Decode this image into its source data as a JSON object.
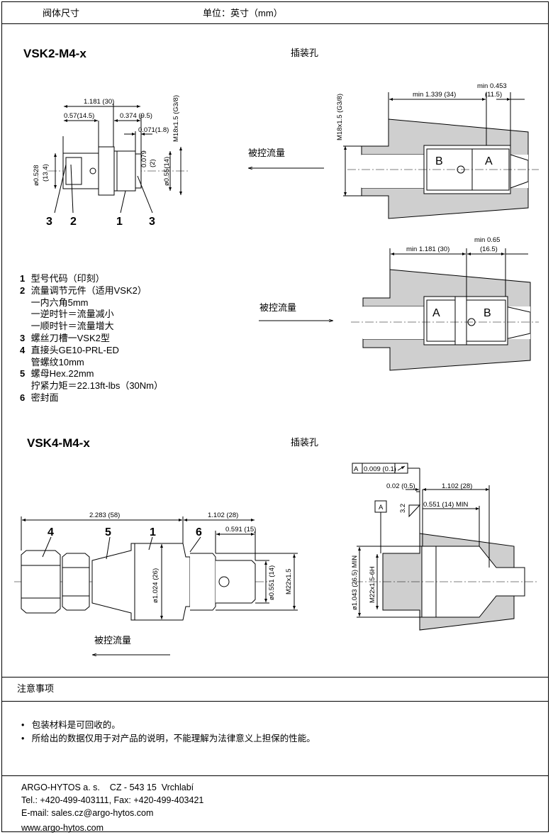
{
  "header": {
    "left": "阀体尺寸",
    "unit": "单位：英寸（mm）"
  },
  "vsk2": {
    "title": "VSK2-M4-x",
    "cavity": "插装孔",
    "flow_a": "被控流量",
    "flow_b": "被控流量",
    "dims": {
      "len_total": "1.181 (30)",
      "len_a": "0.57(14.5)",
      "len_b": "0.374 (9.5)",
      "len_c": "0.071(1.8)",
      "thread": "M18x1.5 (G3/8)",
      "dia_a": "ø0.528",
      "dia_a_mm": "(13.4)",
      "slot": "0.079",
      "slot_mm": "(2)",
      "dia_b": "ø0.55(14)",
      "cav_thread": "M18x1.5 (G3/8)",
      "cav_min1": "min 1.339 (34)",
      "cav_min2": "min 0.453",
      "cav_min2_mm": "(11.5)",
      "cav2_min1": "min 1.181 (30)",
      "cav2_min2": "min 0.65",
      "cav2_min2_mm": "(16.5)"
    },
    "callouts": [
      "3",
      "2",
      "1",
      "3"
    ],
    "ports_a": [
      "B",
      "A"
    ],
    "ports_b": [
      "A",
      "B"
    ]
  },
  "legend": [
    {
      "num": "1",
      "text": "型号代码（印刻）"
    },
    {
      "num": "2",
      "text": "流量调节元件（适用VSK2）"
    },
    {
      "num": "",
      "text": "一内六角5mm"
    },
    {
      "num": "",
      "text": "一逆时针＝流量减小"
    },
    {
      "num": "",
      "text": "一顺时针＝流量增大"
    },
    {
      "num": "3",
      "text": "螺丝刀槽一VSK2型"
    },
    {
      "num": "4",
      "text": "直接头GE10-PRL-ED"
    },
    {
      "num": "",
      "text": "管螺纹10mm"
    },
    {
      "num": "5",
      "text": "螺母Hex.22mm"
    },
    {
      "num": "",
      "text": "拧紧力矩＝22.13ft-lbs（30Nm）"
    },
    {
      "num": "6",
      "text": "密封面"
    }
  ],
  "vsk4": {
    "title": "VSK4-M4-x",
    "cavity": "插装孔",
    "flow": "被控流量",
    "dims": {
      "len_total": "2.283 (58)",
      "len_b": "1.102 (28)",
      "len_c": "0.591 (15)",
      "dia_a": "ø1.024 (26)",
      "dia_b": "ø0.551 (14)",
      "thread": "M22x1.5",
      "tol": "0.009 (0.1)",
      "datum": "A",
      "gap": "0.02 (0.5)",
      "cav_len": "1.102 (28)",
      "rough": "3.2",
      "cav_min": "0.551 (14) MIN",
      "cav_dia": "ø1.043 (26.5) MIN",
      "cav_thread": "M22x1.5-6H"
    },
    "callouts": [
      "4",
      "5",
      "1",
      "6"
    ]
  },
  "notes": {
    "title": "注意事项",
    "items": [
      "包装材料是可回收的。",
      "所给出的数据仅用于对产品的说明，不能理解为法律意义上担保的性能。"
    ]
  },
  "footer": {
    "line1": "ARGO-HYTOS a. s.    CZ - 543 15  Vrchlabí",
    "line2": "Tel.: +420-499-403111, Fax: +420-499-403421",
    "line3": "E-mail: sales.cz@argo-hytos.com",
    "line4": "www.argo-hytos.com"
  }
}
